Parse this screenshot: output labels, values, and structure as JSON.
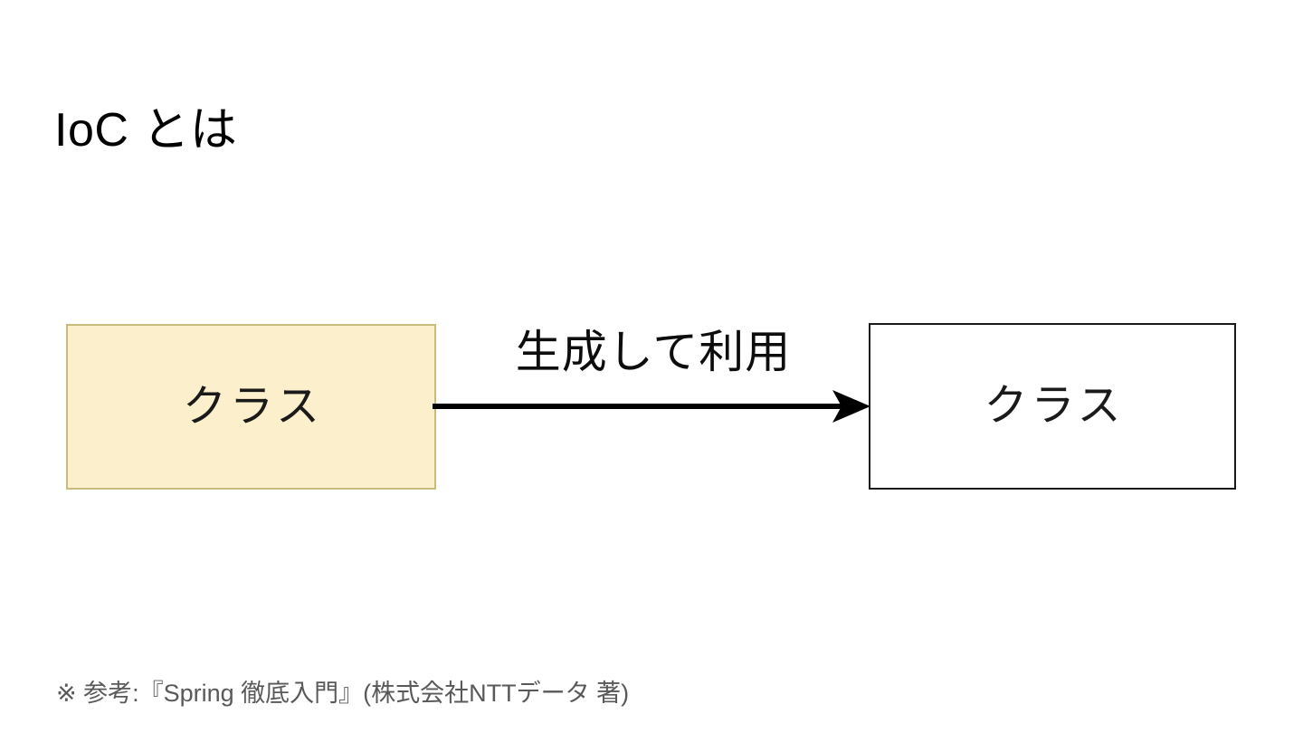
{
  "slide": {
    "title": "IoC とは",
    "background_color": "#ffffff"
  },
  "diagram": {
    "type": "flow",
    "nodes": [
      {
        "id": "source-class",
        "label": "クラス",
        "fill_color": "#fcefcb",
        "border_color": "#c9bc7a",
        "text_color": "#1a1a1a"
      },
      {
        "id": "target-class",
        "label": "クラス",
        "fill_color": "#ffffff",
        "border_color": "#1a1a1a",
        "text_color": "#1a1a1a"
      }
    ],
    "edges": [
      {
        "id": "create-and-use",
        "from": "source-class",
        "to": "target-class",
        "label": "生成して利用",
        "color": "#000000",
        "direction": "right"
      }
    ]
  },
  "footnote": {
    "text": "※ 参考:『Spring 徹底入門』(株式会社NTTデータ 著)",
    "color": "#595959"
  }
}
